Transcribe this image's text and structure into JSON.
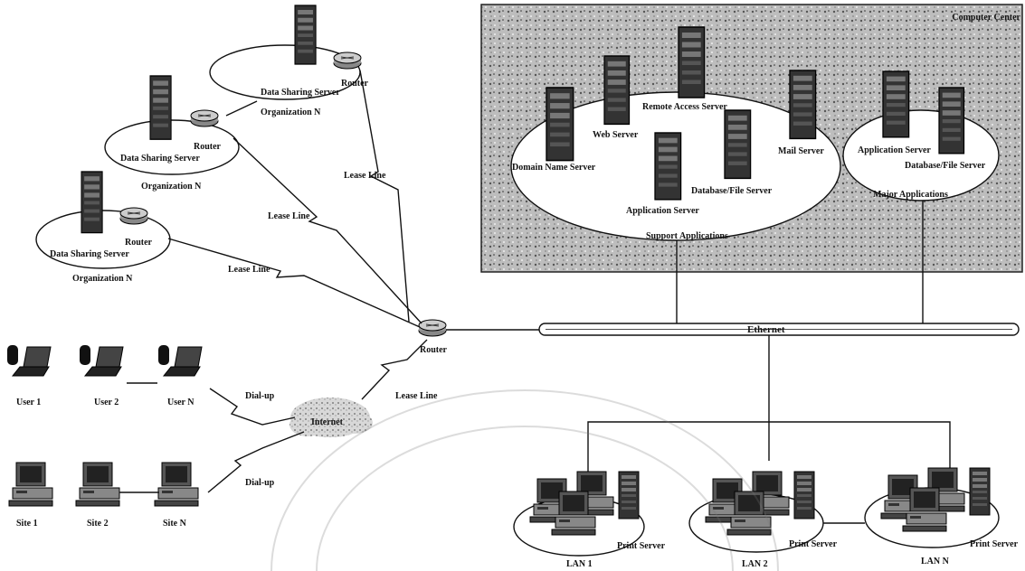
{
  "watermark_text": "",
  "labels": {
    "computer_center": "Computer Center",
    "support_applications": "Support Applications",
    "major_applications": "Major Applications",
    "domain_name_server": "Domain Name Server",
    "web_server": "Web Server",
    "remote_access_server": "Remote Access Server",
    "application_server_center": "Application Server",
    "database_file_server_center": "Database/File Server",
    "mail_server": "Mail Server",
    "application_server_major": "Application Server",
    "database_file_server_major": "Database/File Server",
    "org1_server": "Data Sharing Server",
    "org1_router": "Router",
    "org1_name": "Organization N",
    "org2_server": "Data Sharing Server",
    "org2_router": "Router",
    "org2_name": "Organization N",
    "org3_server": "Data Sharing Server",
    "org3_router": "Router",
    "org3_name": "Organization N",
    "lease_line_1": "Lease Line",
    "lease_line_2": "Lease Line",
    "lease_line_3": "Lease Line",
    "lease_line_4": "Lease Line",
    "main_router": "Router",
    "ethernet": "Ethernet",
    "internet": "Internet",
    "dialup_1": "Dial-up",
    "dialup_2": "Dial-up",
    "user_1": "User 1",
    "user_2": "User 2",
    "user_n": "User N",
    "site_1": "Site 1",
    "site_2": "Site 2",
    "site_n": "Site N",
    "lan_1": "LAN 1",
    "lan_2": "LAN 2",
    "lan_n": "LAN N",
    "lan1_print": "Print Server",
    "lan2_print": "Print Server",
    "lann_print": "Print Server"
  }
}
